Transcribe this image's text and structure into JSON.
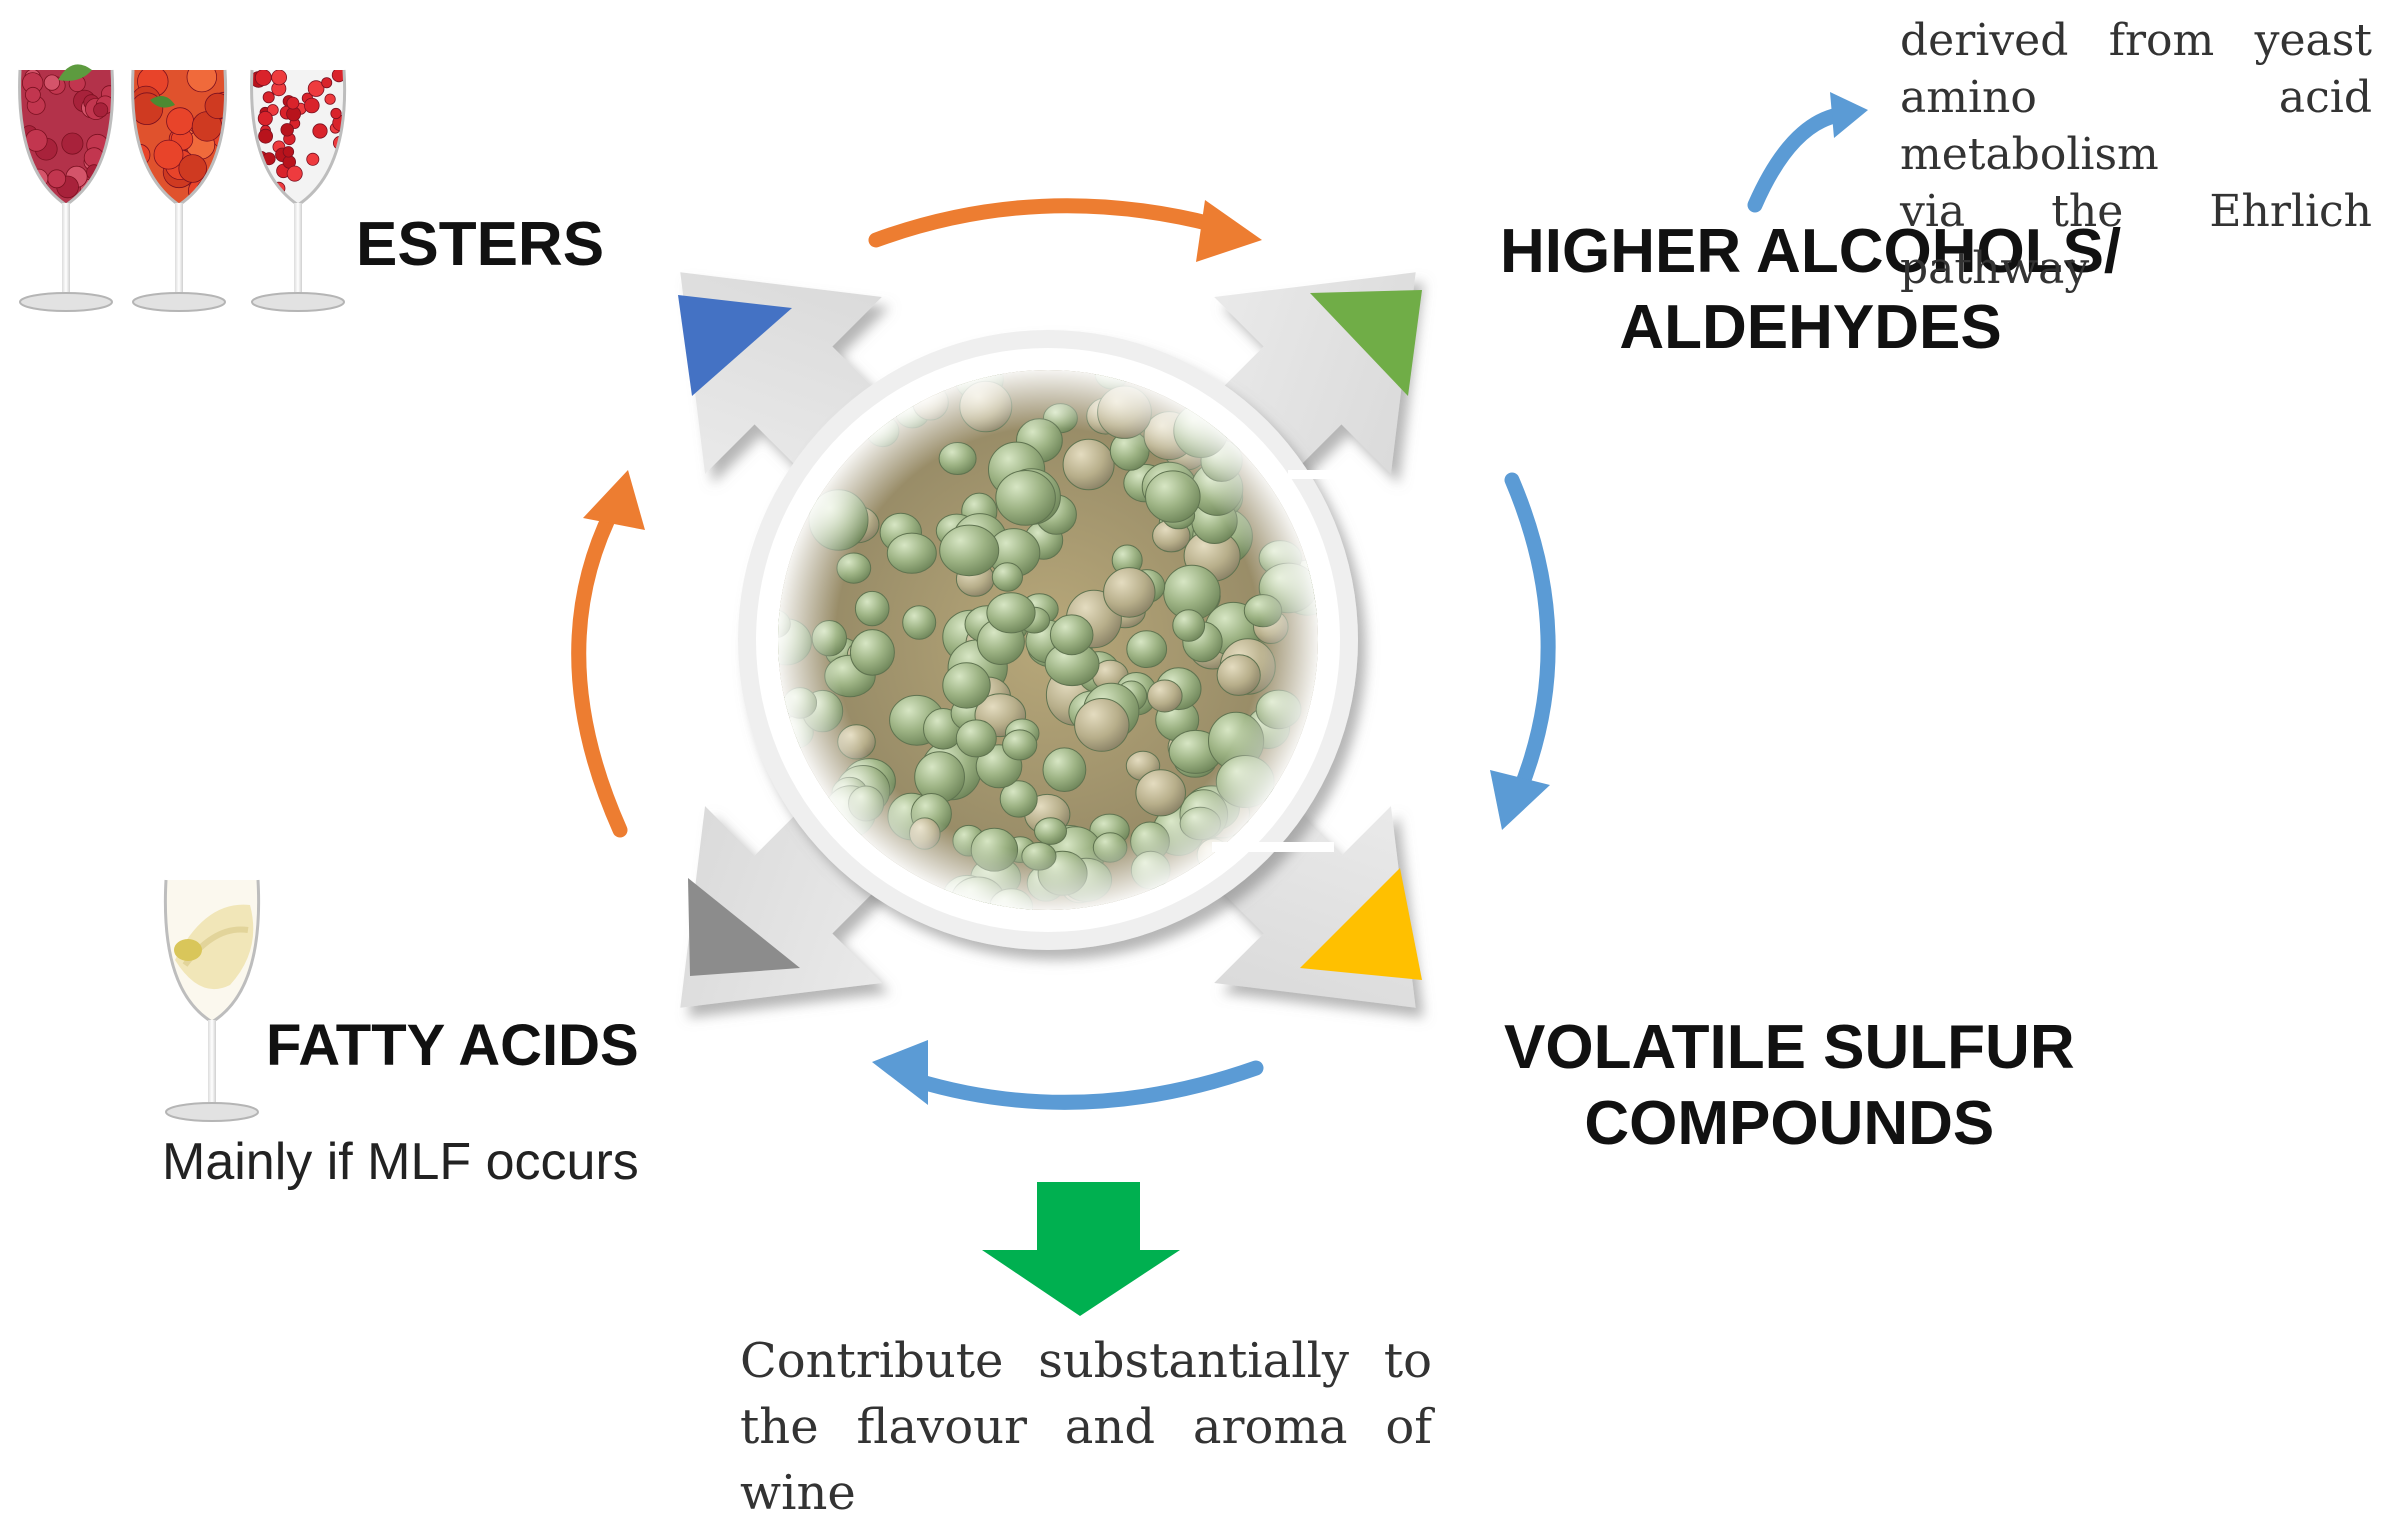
{
  "labels": {
    "esters": "ESTERS",
    "higher_alcohols_line1": "HIGHER ALCOHOLS/",
    "higher_alcohols_line2": "ALDEHYDES",
    "volatile_sulfur_line1": "VOLATILE SULFUR",
    "volatile_sulfur_line2": "COMPOUNDS",
    "fatty_acids": "FATTY ACIDS"
  },
  "notes": {
    "ehrlich": [
      "derived from yeast",
      "amino acid metabolism",
      "via the Ehrlich pathway"
    ],
    "mlf": "Mainly if MLF occurs",
    "conclusion": [
      "Contribute substantially to",
      "the flavour and aroma of wine"
    ]
  },
  "colors": {
    "esters_triangle": "#4472C4",
    "alcohols_triangle": "#70AD47",
    "sulfur_triangle": "#FFC000",
    "fatty_triangle": "#8C8C8C",
    "orange_arrow": "#ED7D31",
    "blue_arrow": "#5B9BD5",
    "down_arrow": "#00B050",
    "yeast_cell": "#9DB384"
  },
  "icons": {
    "fruit_glasses": [
      "raspberry-glass-icon",
      "strawberry-glass-icon",
      "redcurrant-glass-icon"
    ],
    "butter_glass": "butter-wine-glass-icon",
    "center_image": "yeast-cells-micrograph"
  }
}
